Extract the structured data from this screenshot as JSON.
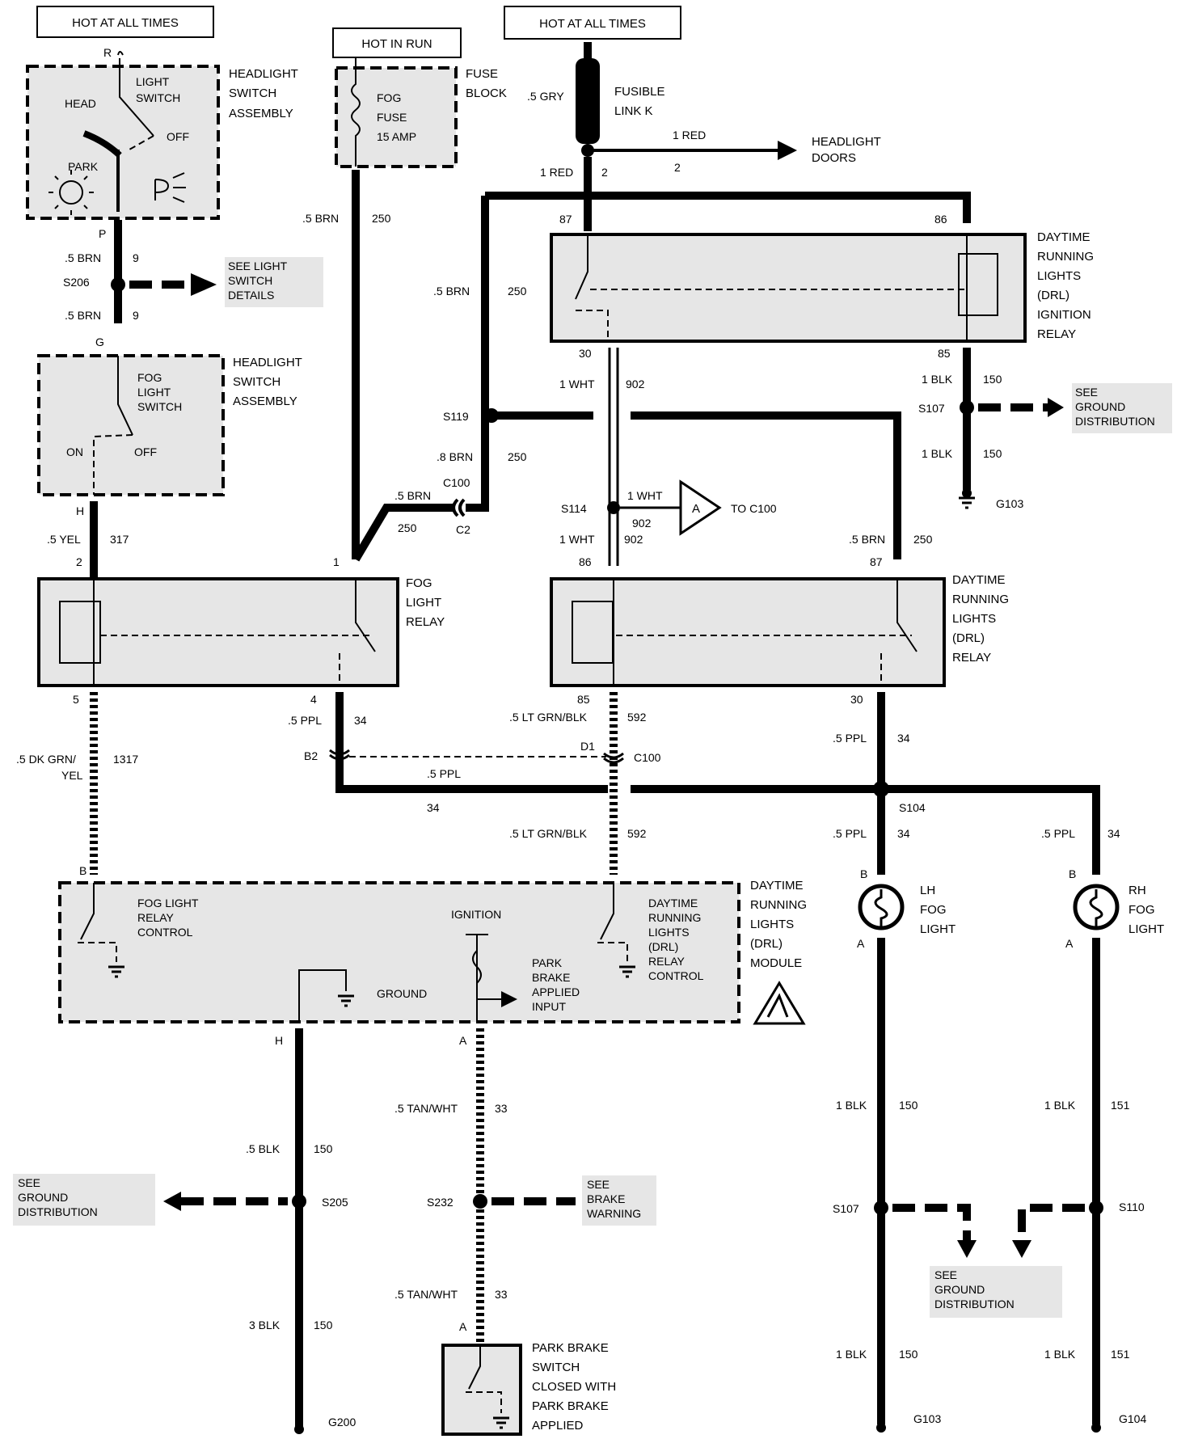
{
  "top": {
    "hot_all_times": "HOT AT ALL TIMES",
    "hot_in_run": "HOT IN RUN"
  },
  "switch_assembly": {
    "name": [
      "HEADLIGHT",
      "SWITCH",
      "ASSEMBLY"
    ],
    "r": "R",
    "p": "P",
    "g": "G",
    "light_switch": [
      "LIGHT",
      "SWITCH"
    ],
    "head": "HEAD",
    "off": "OFF",
    "park": "PARK",
    "fog_light_switch": [
      "FOG",
      "LIGHT",
      "SWITCH"
    ],
    "on": "ON"
  },
  "fuse": {
    "name": [
      "FUSE",
      "BLOCK"
    ],
    "fog_fuse": [
      "FOG",
      "FUSE",
      "15 AMP"
    ]
  },
  "fusible": {
    "wire": ".5 GRY",
    "name": [
      "FUSIBLE",
      "LINK K"
    ],
    "red": "1 RED",
    "two": "2",
    "headlight_doors": [
      "HEADLIGHT",
      "DOORS"
    ]
  },
  "splices": {
    "s206": "S206",
    "s119": "S119",
    "s114": "S114",
    "s107": "S107",
    "s104": "S104",
    "s205": "S205",
    "s232": "S232",
    "s110": "S110"
  },
  "see": {
    "light_switch_details": [
      "SEE LIGHT",
      "SWITCH",
      "DETAILS"
    ],
    "ground": [
      "SEE",
      "GROUND",
      "DISTRIBUTION"
    ],
    "brake": [
      "SEE",
      "BRAKE",
      "WARNING"
    ]
  },
  "wires": {
    "brn5": ".5 BRN",
    "brn8": ".8 BRN",
    "c250": "250",
    "c9": "9",
    "yel5": ".5 YEL",
    "c317": "317",
    "ppl5": ".5 PPL",
    "c34": "34",
    "dkgrn": [
      ".5 DK GRN/",
      "YEL"
    ],
    "c1317": "1317",
    "ltgrn": ".5 LT GRN/BLK",
    "c592": "592",
    "wht1": "1 WHT",
    "c902": "902",
    "blk1": "1 BLK",
    "blk5": ".5 BLK",
    "blk3": "3 BLK",
    "c150": "150",
    "c151": "151",
    "tan": ".5 TAN/WHT",
    "c33": "33"
  },
  "connectors": {
    "c100": "C100",
    "c2": "C2",
    "b2": "B2",
    "d1": "D1",
    "h": "H",
    "b": "B",
    "a": "A",
    "to_c100": "TO C100",
    "a_tag": "A"
  },
  "pins": {
    "p1": "1",
    "p2": "2",
    "p4": "4",
    "p5": "5",
    "p30": "30",
    "p85": "85",
    "p86": "86",
    "p87": "87"
  },
  "relays": {
    "drl_ign": [
      "DAYTIME",
      "RUNNING",
      "LIGHTS",
      "(DRL)",
      "IGNITION",
      "RELAY"
    ],
    "fog": [
      "FOG",
      "LIGHT",
      "RELAY"
    ],
    "drl": [
      "DAYTIME",
      "RUNNING",
      "LIGHTS",
      "(DRL)",
      "RELAY"
    ]
  },
  "module": {
    "name": [
      "DAYTIME",
      "RUNNING",
      "LIGHTS",
      "(DRL)",
      "MODULE"
    ],
    "fog_ctrl": [
      "FOG LIGHT",
      "RELAY",
      "CONTROL"
    ],
    "ignition": "IGNITION",
    "ground": "GROUND",
    "park_input": [
      "PARK",
      "BRAKE",
      "APPLIED",
      "INPUT"
    ],
    "drl_ctrl": [
      "DAYTIME",
      "RUNNING",
      "LIGHTS",
      "(DRL)",
      "RELAY",
      "CONTROL"
    ]
  },
  "lamps": {
    "lh": [
      "LH",
      "FOG",
      "LIGHT"
    ],
    "rh": [
      "RH",
      "FOG",
      "LIGHT"
    ]
  },
  "park_switch": [
    "PARK BRAKE",
    "SWITCH",
    "CLOSED WITH",
    "PARK BRAKE",
    "APPLIED"
  ],
  "grounds": {
    "g103": "G103",
    "g104": "G104",
    "g200": "G200"
  }
}
